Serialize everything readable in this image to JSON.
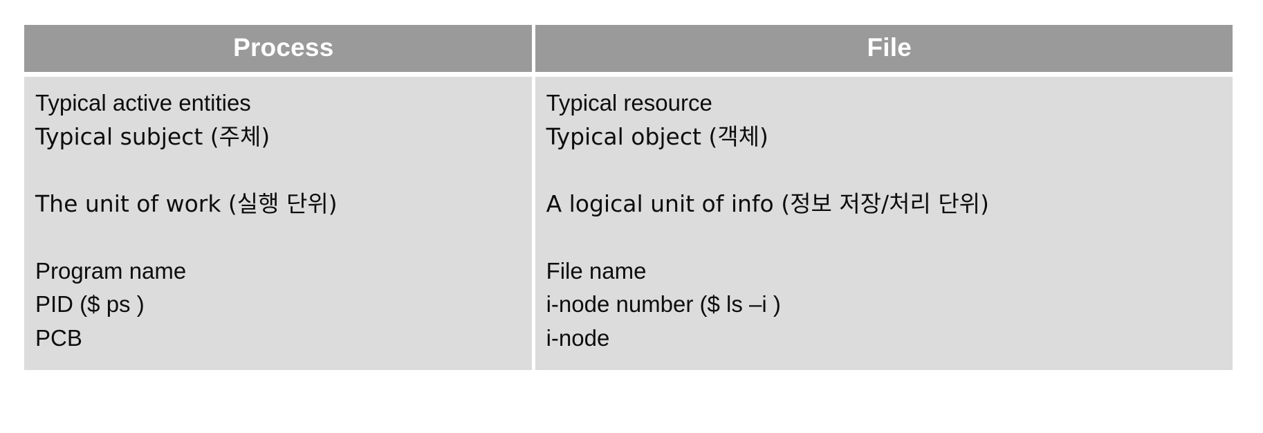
{
  "table": {
    "columns": [
      {
        "key": "process",
        "header": "Process",
        "groups": [
          [
            "Typical active entities",
            "Typical subject (주체)"
          ],
          [
            "The unit of work (실행 단위)"
          ],
          [
            "Program name",
            "PID ($ ps )",
            "PCB"
          ]
        ]
      },
      {
        "key": "file",
        "header": "File",
        "groups": [
          [
            "Typical resource",
            "Typical object (객체)"
          ],
          [
            "A logical unit of info (정보 저장/처리 단위)"
          ],
          [
            "File name",
            "i-node number ($ ls –i )",
            "i-node"
          ]
        ]
      }
    ]
  },
  "colors": {
    "header_background": "#9a9a9a",
    "header_text": "#ffffff",
    "body_background": "#dcdcdc",
    "body_text": "#0d0d0d",
    "divider": "#ffffff",
    "page_background": "#ffffff"
  }
}
